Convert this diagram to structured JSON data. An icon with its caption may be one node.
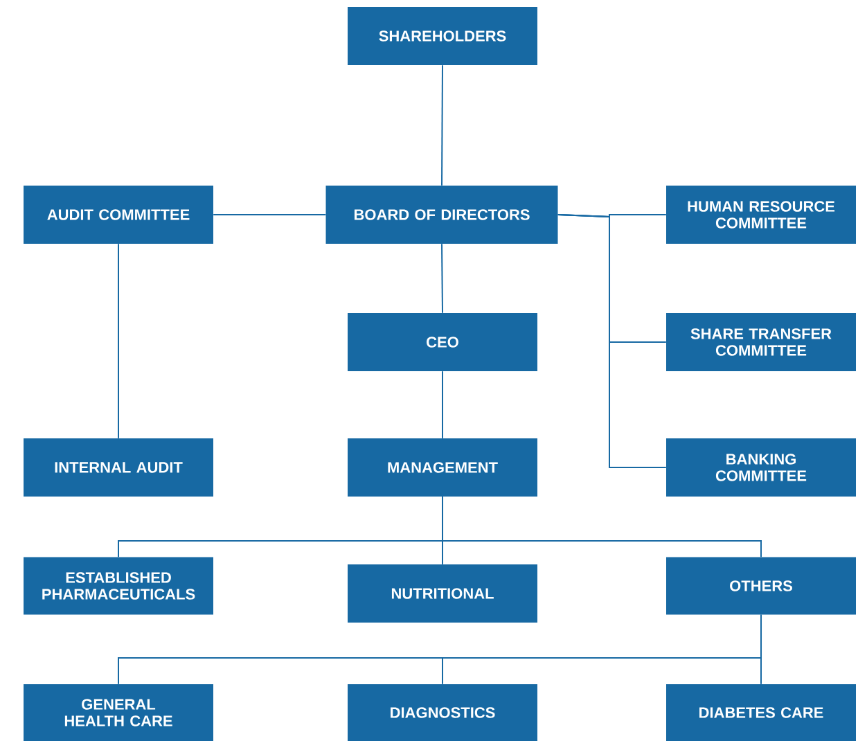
{
  "diagram": {
    "nodes": [
      {
        "text": [
          "SHAREHOLDERS"
        ]
      },
      {
        "text": [
          "AUDIT COMMITTEE"
        ]
      },
      {
        "text": [
          "BOARD OF DIRECTORS"
        ]
      },
      {
        "text": [
          "HUMAN RESOURCE COMMITTEE"
        ]
      },
      {
        "text": [
          "CEO"
        ]
      },
      {
        "text": [
          "SHARE TRANSFER COMMITTEE"
        ]
      },
      {
        "text": [
          "INTERNAL AUDIT"
        ]
      },
      {
        "text": [
          "MANAGEMENT"
        ]
      },
      {
        "text": [
          "BANKING COMMITTEE"
        ]
      },
      {
        "text": [
          "ESTABLISHED PHARMACEUTICALS"
        ]
      },
      {
        "text": [
          "NUTRITIONAL"
        ]
      },
      {
        "text": [
          "OTHERS"
        ]
      },
      {
        "text": [
          "GENERAL HEALTH CARE"
        ]
      },
      {
        "text": [
          "DIAGNOSTICS"
        ]
      },
      {
        "text": [
          "DIABETES CARE"
        ]
      }
    ],
    "edges": [
      {
        "from": 0,
        "to": 2,
        "arrow": "none"
      },
      {
        "from": 2,
        "to": 1,
        "arrow": "none"
      },
      {
        "from": 2,
        "to": 3,
        "arrow": "none"
      },
      {
        "from": 2,
        "to": 5,
        "arrow": "none"
      },
      {
        "from": 2,
        "to": 8,
        "arrow": "none"
      },
      {
        "from": 2,
        "to": 4,
        "arrow": "none"
      },
      {
        "from": 1,
        "to": 6,
        "arrow": "none"
      },
      {
        "from": 4,
        "to": 7,
        "arrow": "none"
      },
      {
        "from": 7,
        "to": 9,
        "arrow": "none"
      },
      {
        "from": 7,
        "to": 10,
        "arrow": "none"
      },
      {
        "from": 7,
        "to": 11,
        "arrow": "none"
      },
      {
        "from": 11,
        "to": 12,
        "arrow": "none"
      },
      {
        "from": 11,
        "to": 13,
        "arrow": "none"
      },
      {
        "from": 11,
        "to": 14,
        "arrow": "none"
      }
    ]
  }
}
